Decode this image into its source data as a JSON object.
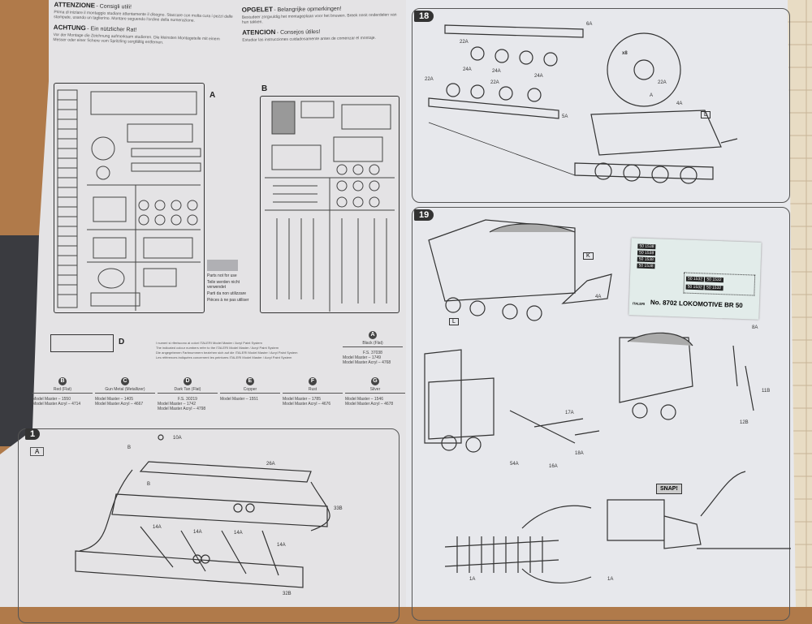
{
  "left_page": {
    "sections": [
      {
        "title": "ATTENZIONE",
        "subtitle": "- Consigli utili!",
        "body": "Prima di iniziare il montaggio studiare attentamente il disegno. Staccare con molta cura i pezzi dalle stampate, usando un taglierino. Montare seguendo l'ordine della numerazione."
      },
      {
        "title": "ACHTUNG",
        "subtitle": "- Ein nützlicher Rat!",
        "body": "Vor der Montage die Zeichnung aufmerksam studieren. Die kleinsten Montageteile mit einem Messer oder einer Schere vom Spritzling sorgfältig entfernen."
      }
    ],
    "sprue_a_label": "A",
    "sprue_b_label": "B",
    "sprue_d_label": "D",
    "not_for_use": [
      "Parts not for use",
      "Teile werden nicht verwendet",
      "Parti da non utilizzare",
      "Pièces à ne pas utiliser"
    ],
    "paint_note": [
      "I numeri si riferiscono ai colori ITALERI Model Master / Acryl Paint System",
      "The indicated colour numbers refer to the ITALERI Model Master / Acryl Paint System",
      "Die angegebenen Farbnummern beziehen sich auf die ITALERI Model Master / Acryl Paint System",
      "Les références indiquées concernent les peintures ITALERI Model Master / Acryl Paint System"
    ],
    "paints": [
      {
        "code": "A",
        "name": "Black (Flat)",
        "fs": "F.S. 37038",
        "lines": [
          "Model Master – 1749",
          "Model Master Acryl – 4768"
        ]
      },
      {
        "code": "B",
        "name": "Red (Flat)",
        "lines": [
          "Model Master – 1550",
          "Model Master Acryl – 4714"
        ]
      },
      {
        "code": "C",
        "name": "Gun Metal (Metallizer)",
        "lines": [
          "Model Master – 1405",
          "Model Master Acryl – 4667"
        ]
      },
      {
        "code": "D",
        "name": "Dark Tan (Flat)",
        "fs": "F.S. 30219",
        "lines": [
          "Model Master – 1742",
          "Model Master Acryl – 4798"
        ]
      },
      {
        "code": "E",
        "name": "Copper",
        "lines": [
          "Model Master – 1551"
        ]
      },
      {
        "code": "F",
        "name": "Rust",
        "lines": [
          "Model Master – 1785",
          "Model Master Acryl – 4676"
        ]
      },
      {
        "code": "G",
        "name": "Silver",
        "lines": [
          "Model Master – 1546",
          "Model Master Acryl – 4678"
        ]
      }
    ],
    "step1": {
      "number": "1",
      "sub": "A",
      "parts": [
        "10A",
        "26A",
        "33B",
        "14A",
        "14A",
        "14A",
        "14A",
        "32B"
      ],
      "paint_refs": [
        "B",
        "B"
      ]
    }
  },
  "right_page": {
    "sections": [
      {
        "title": "OPGELET",
        "subtitle": "- Belangrijke opmerkingen!",
        "body": "Bestudeer zorgvuldig het montageplaan voor het bouwen. Breek nooit onderdelen van hun takken."
      },
      {
        "title": "ATENCION",
        "subtitle": "- Consejos útiles!",
        "body": "Estudiar las instrucciones cuidadosamente antes de comenzar el montaje."
      }
    ],
    "step18": {
      "number": "18",
      "parts": [
        "6A",
        "22A",
        "24A",
        "22A",
        "24A",
        "22A",
        "24A",
        "5A",
        "4A"
      ],
      "callout_qty": "x8",
      "callout_parts": [
        "22A"
      ],
      "marker": "L",
      "paint_ref": "A"
    },
    "step19": {
      "number": "19",
      "markers": [
        "K",
        "L"
      ],
      "parts": [
        "4A",
        "8A",
        "11B",
        "12B",
        "17A",
        "18A",
        "54A",
        "16A",
        "1A",
        "1A"
      ],
      "snap": "SNAP!",
      "decal": {
        "brand": "ITALERI",
        "number": "No. 8702",
        "title": "LOKOMOTIVE BR 50",
        "codes": [
          "50 1538",
          "50 1538",
          "50 1538",
          "50 1538",
          "50 1532",
          "50 1532",
          "50 1532",
          "50 1532"
        ]
      }
    }
  },
  "colors": {
    "paper": "#e5e5e8",
    "ink": "#333333",
    "wood": "#b07a4a"
  }
}
